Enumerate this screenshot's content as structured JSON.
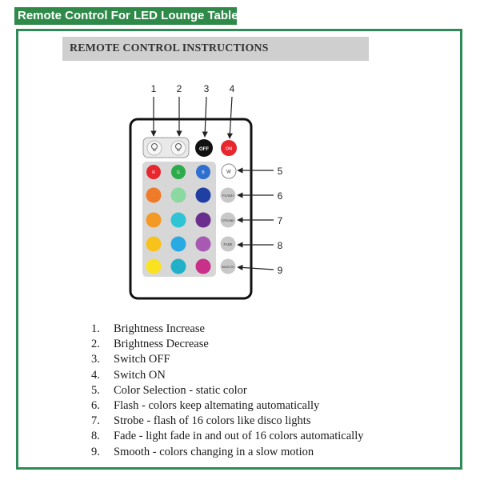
{
  "header": {
    "title": "Remote Control For LED Lounge Table"
  },
  "section": {
    "title": "REMOTE CONTROL INSTRUCTIONS"
  },
  "remote": {
    "top_callouts": [
      "1",
      "2",
      "3",
      "4"
    ],
    "side_callouts": [
      "5",
      "6",
      "7",
      "8",
      "9"
    ],
    "off_label": "OFF",
    "on_label": "ON",
    "white_label": "W",
    "rgb_labels": [
      "R",
      "G",
      "B"
    ],
    "function_labels": [
      "FLASH",
      "STROBE",
      "FADE",
      "SMOOTH"
    ],
    "colors": {
      "red": "#e8262e",
      "green": "#2cab4a",
      "blue": "#2f6fd0",
      "orange": "#ef7a2a",
      "light_green": "#8bd9a0",
      "navy": "#1f3fa2",
      "amber": "#f29a25",
      "teal": "#2fc4d4",
      "purple": "#6a2f8e",
      "yellow_orange": "#f8c21d",
      "sky": "#2aaae2",
      "violet": "#a85ab2",
      "yellow": "#fbe221",
      "cyan": "#22b0c8",
      "magenta": "#c8308a",
      "off_button": "#111111",
      "on_button": "#e8262e",
      "function_button": "#c8c8c8",
      "panel": "#d7d7d7"
    }
  },
  "instructions": [
    {
      "number": "1.",
      "text": "Brightness Increase"
    },
    {
      "number": "2.",
      "text": "Brightness Decrease"
    },
    {
      "number": "3.",
      "text": "Switch OFF"
    },
    {
      "number": "4.",
      "text": "Switch ON"
    },
    {
      "number": "5.",
      "text": "Color Selection - static color"
    },
    {
      "number": "6.",
      "text": "Flash - colors keep altemating automatically"
    },
    {
      "number": "7.",
      "text": "Strobe - flash of 16 colors like disco lights"
    },
    {
      "number": "8.",
      "text": "Fade - light fade in and out of 16  colors automatically"
    },
    {
      "number": "9.",
      "text": "Smooth - colors changing in a slow motion"
    }
  ]
}
